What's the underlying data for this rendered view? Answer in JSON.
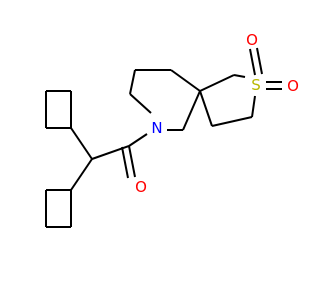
{
  "atoms": {
    "nitrogen": {
      "label": "N",
      "color": "#0000ff"
    },
    "sulfur": {
      "label": "S",
      "color": "#b8b800"
    },
    "oxygen_carbonyl": {
      "label": "O",
      "color": "#ff0000"
    },
    "oxygen_sulfonyl_1": {
      "label": "O",
      "color": "#ff0000"
    },
    "oxygen_sulfonyl_2": {
      "label": "O",
      "color": "#ff0000"
    }
  },
  "bond_color": "#000000",
  "background": "#ffffff"
}
